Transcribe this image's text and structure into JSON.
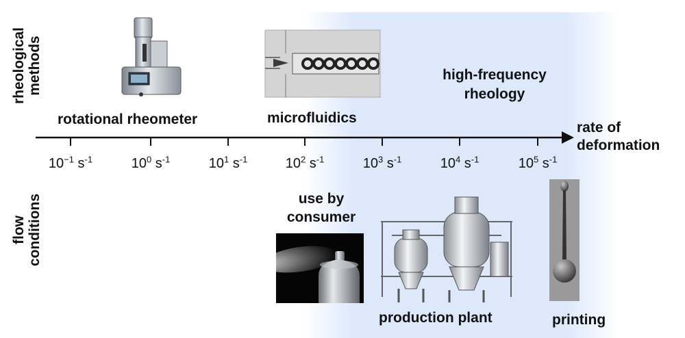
{
  "rows": {
    "top": "rheological\nmethods",
    "bottom": "flow\nconditions"
  },
  "axis": {
    "label": "rate of\ndeformation",
    "ticks": [
      {
        "base": "10",
        "exp": "−1",
        "unit": " s",
        "unit_exp": "-1"
      },
      {
        "base": "10",
        "exp": "0",
        "unit": " s",
        "unit_exp": "-1"
      },
      {
        "base": "10",
        "exp": "1",
        "unit": " s",
        "unit_exp": "-1"
      },
      {
        "base": "10",
        "exp": "2",
        "unit": " s",
        "unit_exp": "-1"
      },
      {
        "base": "10",
        "exp": "3",
        "unit": " s",
        "unit_exp": "-1"
      },
      {
        "base": "10",
        "exp": "4",
        "unit": " s",
        "unit_exp": "-1"
      },
      {
        "base": "10",
        "exp": "5",
        "unit": " s",
        "unit_exp": "-1"
      }
    ]
  },
  "methods": {
    "rotational": "rotational rheometer",
    "microfluidics": "microfluidics",
    "high_frequency": "high-frequency\nrheology"
  },
  "conditions": {
    "consumer": "use by\nconsumer",
    "plant": "production plant",
    "printing": "printing"
  },
  "colors": {
    "band": "#dde9fb",
    "axis": "#111111"
  }
}
